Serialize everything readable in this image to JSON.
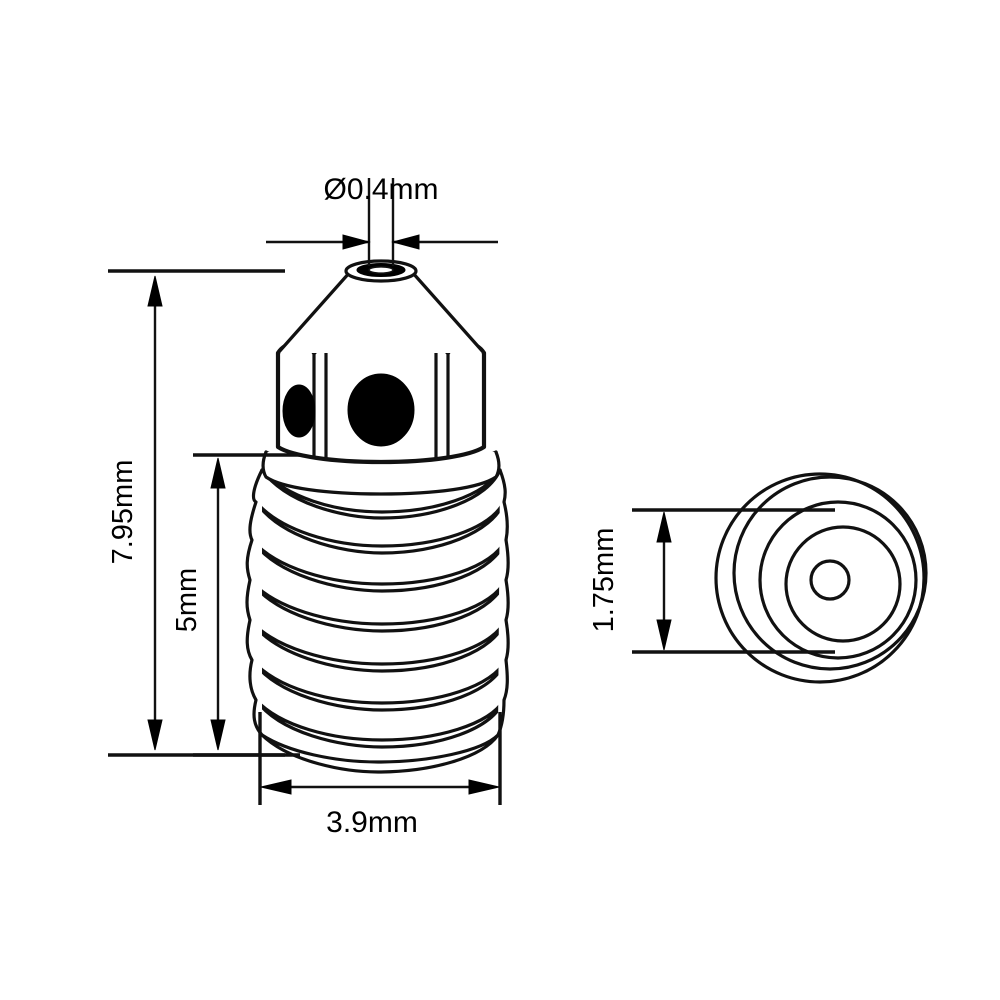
{
  "document": {
    "kind": "engineering-drawing",
    "subject": "3D printer nozzle",
    "background_color": "#ffffff",
    "line_color": "#111111"
  },
  "dimensions": {
    "orifice_diameter": {
      "label": "Ø0.4mm",
      "value": 0.4,
      "unit": "mm",
      "symbol": "Ø",
      "orientation": "horizontal"
    },
    "overall_length": {
      "label": "7.95mm",
      "value": 7.95,
      "unit": "mm",
      "orientation": "vertical-rotated"
    },
    "thread_length": {
      "label": "5mm",
      "value": 5,
      "unit": "mm",
      "orientation": "vertical-rotated"
    },
    "thread_diameter": {
      "label": "3.9mm",
      "value": 3.9,
      "unit": "mm",
      "orientation": "horizontal"
    },
    "bore_diameter": {
      "label": "1.75mm",
      "value": 1.75,
      "unit": "mm",
      "orientation": "vertical-rotated"
    }
  },
  "views": {
    "front": {
      "name": "front-elevation-view",
      "features": [
        "nozzle-orifice",
        "conical-tip",
        "hex-flats",
        "wrench-holes",
        "collar",
        "threaded-shank"
      ],
      "thread_turn_count": 8
    },
    "top": {
      "name": "top-plan-view",
      "features": [
        "outer-hex-outline",
        "collar-circle",
        "shank-circle",
        "center-bore"
      ],
      "ring_count": 4
    }
  }
}
